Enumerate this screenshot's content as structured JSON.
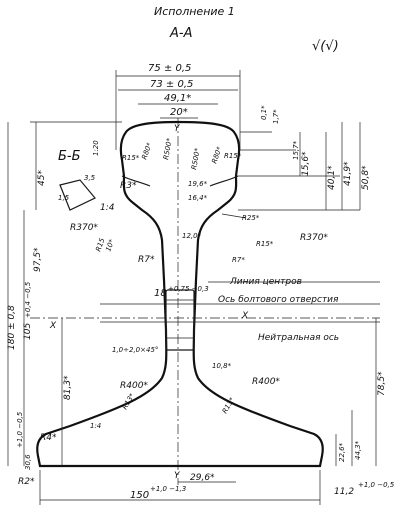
{
  "header": {
    "variant": "Исполнение 1",
    "section": "А-А",
    "roughness": "√(√)"
  },
  "detail": "Б-Б",
  "axes": {
    "x": "X",
    "y": "Y"
  },
  "notes": {
    "centers_line": "Линия центров",
    "bolt_hole_axis": "Ось болтового отверстия",
    "neutral_axis": "Нейтральная ось"
  },
  "dims": {
    "w75": "75 ± 0,5",
    "w73": "73 ± 0,5",
    "w49": "49,1*",
    "w20": "20*",
    "r15a": "R15*",
    "r80a": "R80*",
    "r500a": "R500*",
    "r500b": "R500*",
    "r80b": "R80*",
    "r15b": "R15*",
    "d01": "0,1*",
    "d17": "1,7*",
    "d157": "15,7*",
    "d156": "15,6*",
    "d401": "40,1*",
    "d419": "41,9*",
    "d508": "50,8*",
    "d45": "45*",
    "d196": "19,6*",
    "d164": "16,4*",
    "r3": "R3*",
    "r25": "R25*",
    "r370a": "R370*",
    "r370b": "R370*",
    "r15c": "R15*",
    "r15d": "R15",
    "r7a": "R7*",
    "r7b": "R7*",
    "d120": "12,0*",
    "d975": "97,5*",
    "d15": "1,5",
    "d35": "3,5",
    "d120s": "1:20",
    "d14": "1:4",
    "d10": "10*",
    "hole": "18",
    "hole_tol": "+0,75 −0,3",
    "h180": "180 ± 0,8",
    "h105": "105",
    "h105_tol": "+0,4 −0,5",
    "slope": "1,0÷2,0×45°",
    "d108": "10,8*",
    "r400a": "R400*",
    "r400b": "R400*",
    "d813": "81,3*",
    "d785": "78,5*",
    "r13a": "R13*",
    "r13b": "R13*",
    "d14b": "1:4",
    "r4": "R4*",
    "r2": "R2*",
    "d30": "30,6",
    "d30_tol": "+1,0 −0,5",
    "d226": "22,6*",
    "d443": "44,3*",
    "d296": "29,6*",
    "d150": "150",
    "d150_tol": "+1,0 −1,3",
    "d112": "11,2",
    "d112_tol": "+1,0 −0,5"
  }
}
